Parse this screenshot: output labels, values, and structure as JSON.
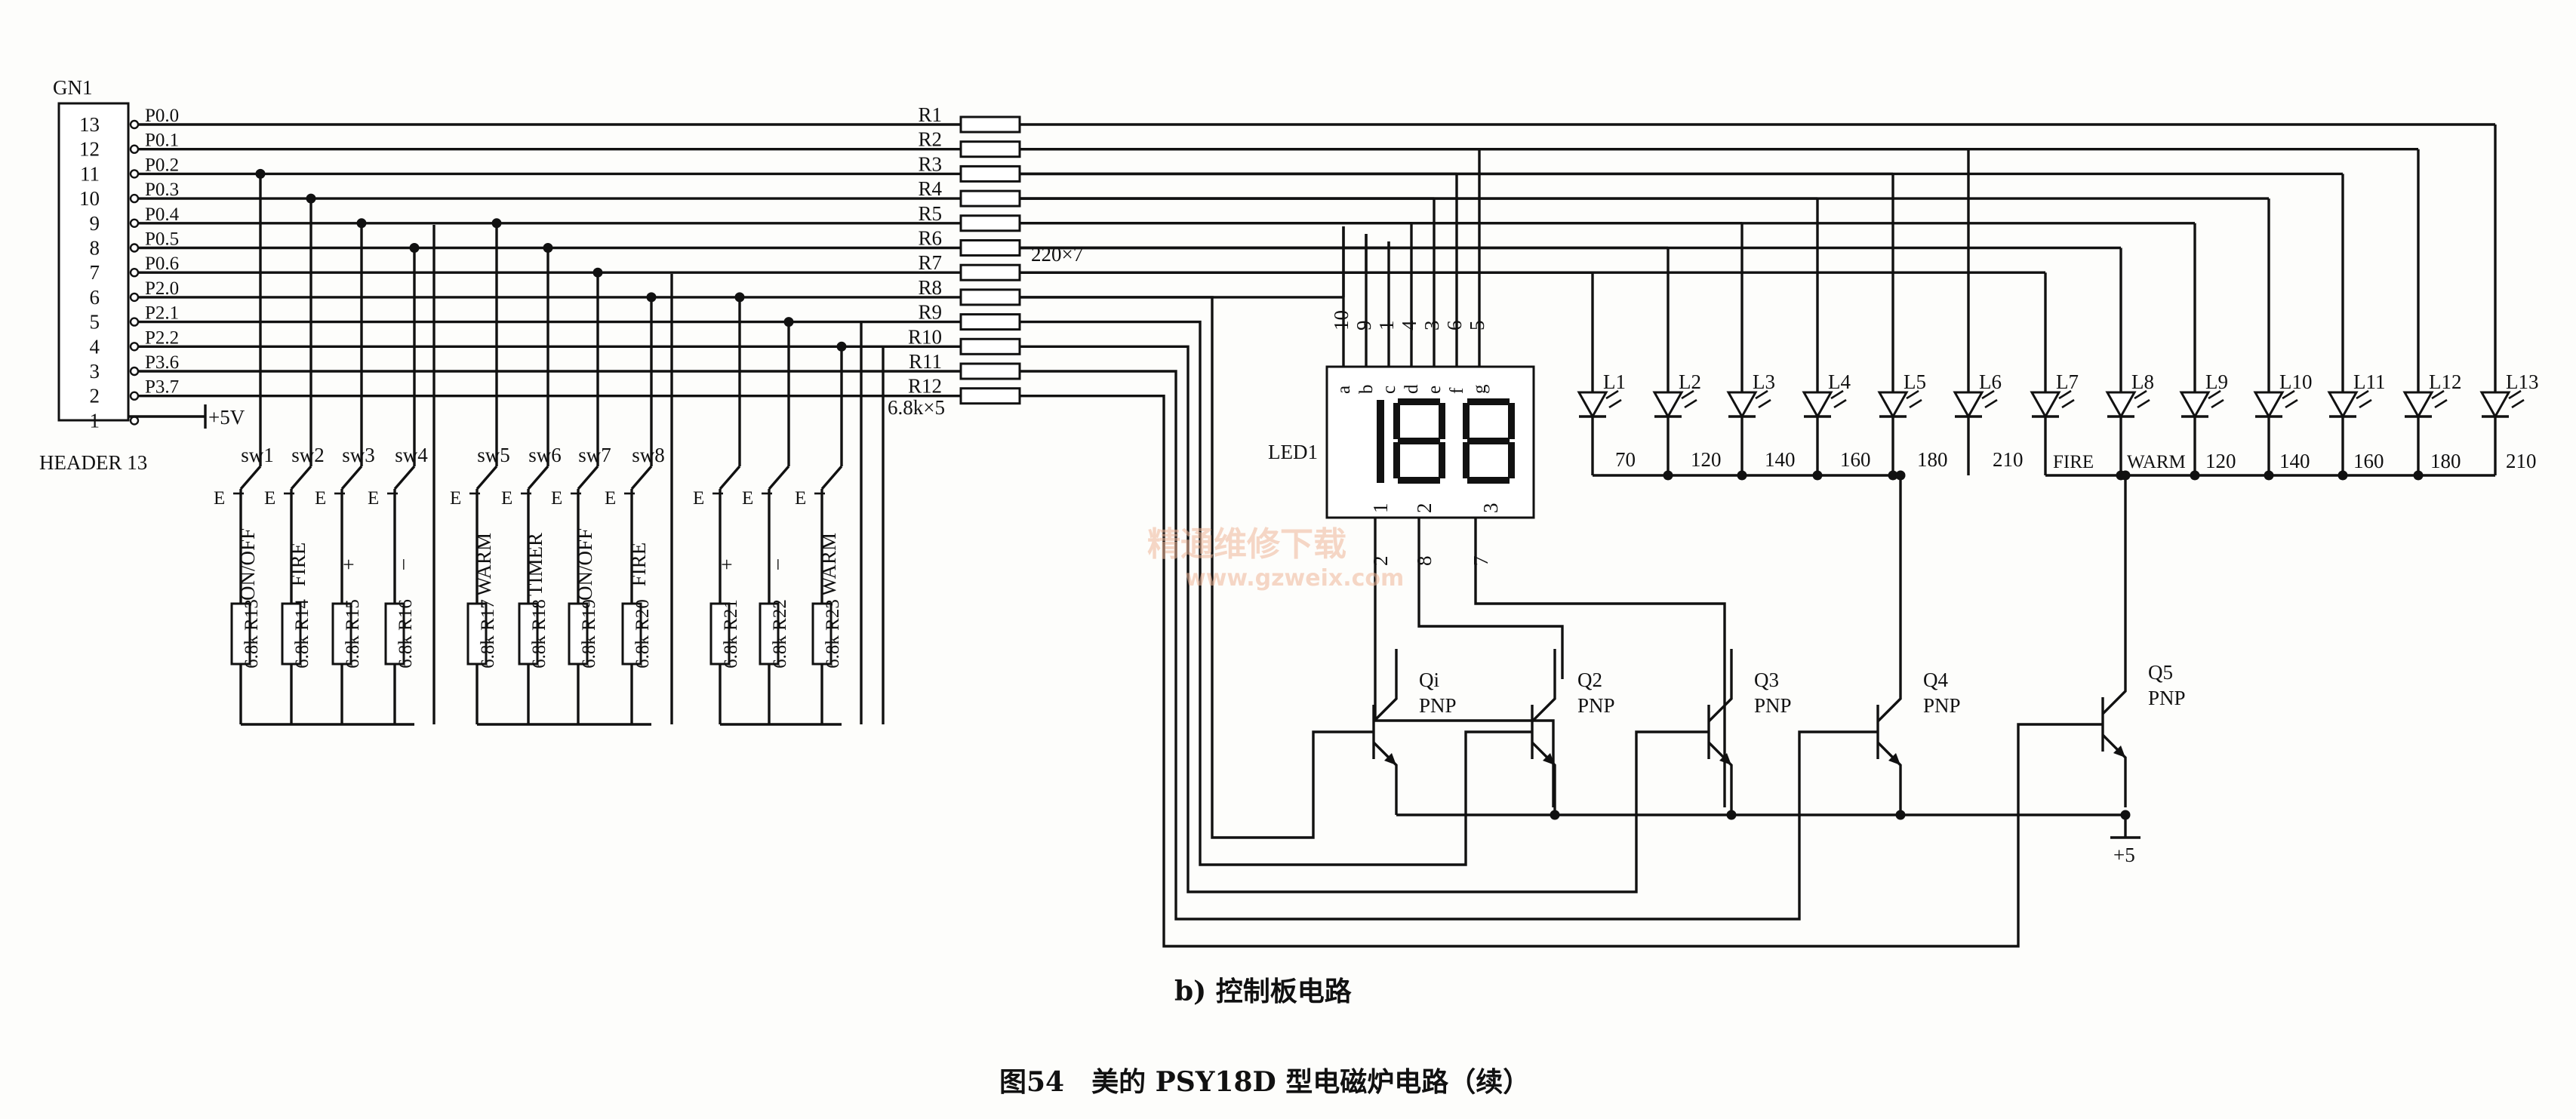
{
  "header": {
    "ref": "GN1",
    "name": "HEADER 13",
    "pins": [
      "13",
      "12",
      "11",
      "10",
      "9",
      "8",
      "7",
      "6",
      "5",
      "4",
      "3",
      "2",
      "1"
    ],
    "ports": [
      "P0.0",
      "P0.1",
      "P0.2",
      "P0.3",
      "P0.4",
      "P0.5",
      "P0.6",
      "P2.0",
      "P2.1",
      "P2.2",
      "P3.6",
      "P3.7"
    ],
    "supply": "+5V"
  },
  "resistor_array": {
    "labels": [
      "R1",
      "R2",
      "R3",
      "R4",
      "R5",
      "R6",
      "R7",
      "R8",
      "R9",
      "R10",
      "R11",
      "R12"
    ],
    "value_top": "220×7",
    "value_bottom": "6.8k×5"
  },
  "switches": [
    {
      "sw": "sw1",
      "fn": "ON/OFF",
      "r": "6.8k R13"
    },
    {
      "sw": "sw2",
      "fn": "FIRE",
      "r": "6.8k R14"
    },
    {
      "sw": "sw3",
      "fn": "+",
      "r": "6.8k R15"
    },
    {
      "sw": "sw4",
      "fn": "–",
      "r": "6.8k R16"
    },
    {
      "sw": "sw5",
      "fn": "WARM",
      "r": "6.8k R17"
    },
    {
      "sw": "sw6",
      "fn": "TIMER",
      "r": "6.8k R18"
    },
    {
      "sw": "sw7",
      "fn": "ON/OFF",
      "r": "6.8k R19"
    },
    {
      "sw": "sw8",
      "fn": "FIRE",
      "r": "6.8k R20"
    },
    {
      "sw": "",
      "fn": "+",
      "r": "6.8k R21"
    },
    {
      "sw": "",
      "fn": "–",
      "r": "6.8k R22"
    },
    {
      "sw": "",
      "fn": "WARM",
      "r": "6.8k R23"
    }
  ],
  "switch_mark": "E",
  "display": {
    "ref": "LED1",
    "top_pins": [
      "10",
      "9",
      "1",
      "4",
      "3",
      "6",
      "5"
    ],
    "segments": [
      "a",
      "b",
      "c",
      "d",
      "e",
      "f",
      "g"
    ],
    "bottom_nums": [
      "1",
      "2",
      "3"
    ],
    "drive_pins": [
      "2",
      "8",
      "7"
    ]
  },
  "leds": {
    "refs": [
      "L1",
      "L2",
      "L3",
      "L4",
      "L5",
      "L6",
      "L7",
      "L8",
      "L9",
      "L10",
      "L11",
      "L12",
      "L13"
    ],
    "group1": [
      "70",
      "120",
      "140",
      "160",
      "180",
      "210"
    ],
    "group2": [
      "FIRE",
      "WARM",
      "120",
      "140",
      "160",
      "180",
      "210"
    ]
  },
  "transistors": [
    {
      "ref": "Qi",
      "type": "PNP"
    },
    {
      "ref": "Q2",
      "type": "PNP"
    },
    {
      "ref": "Q3",
      "type": "PNP"
    },
    {
      "ref": "Q4",
      "type": "PNP"
    },
    {
      "ref": "Q5",
      "type": "PNP"
    }
  ],
  "ground_label": "+5",
  "watermark": {
    "cn": "精通维修下载",
    "url": "www.gzweix.com"
  },
  "caption": {
    "sub": "b) 控制板电路",
    "main": "图54　美的 PSY18D 型电磁炉电路（续）"
  }
}
